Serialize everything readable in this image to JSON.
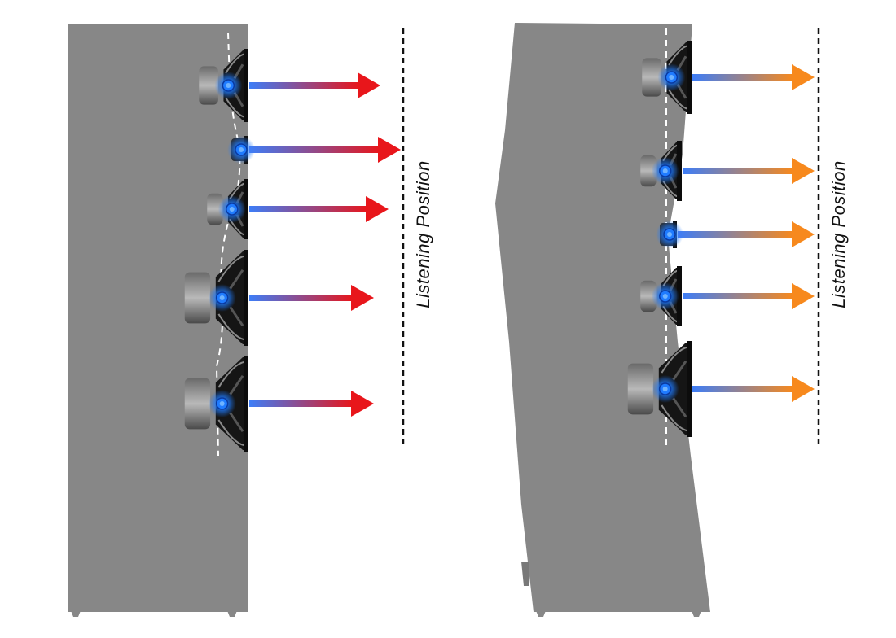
{
  "diagrams": [
    {
      "id": "flat-baffle",
      "listening_label": "Listening Position",
      "arrow_color": "#e8161b",
      "driver_count": 5
    },
    {
      "id": "angled-baffle",
      "listening_label": "Listening Position",
      "arrow_color": "#f7891d",
      "driver_count": 5
    }
  ],
  "colors": {
    "cabinet": "#878787",
    "driver_body": "#1a1a1a",
    "acoustic_center": "#1f7bff",
    "arrow_start": "#3d7df7",
    "listening_line": "#111111",
    "alignment_line": "#ffffff"
  },
  "icons": {
    "driver": "speaker-driver-icon",
    "acoustic_center": "acoustic-center-dot-icon",
    "arrow": "sound-wave-arrow-icon"
  }
}
